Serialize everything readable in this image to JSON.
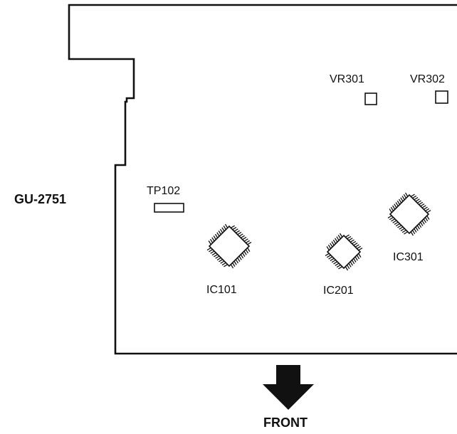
{
  "board": {
    "label": "GU-2751"
  },
  "components": {
    "vr301": "VR301",
    "vr302": "VR302",
    "tp102": "TP102",
    "ic101": "IC101",
    "ic201": "IC201",
    "ic301": "IC301"
  },
  "direction": {
    "label": "FRONT"
  },
  "colors": {
    "line": "#111111",
    "background": "#ffffff"
  }
}
